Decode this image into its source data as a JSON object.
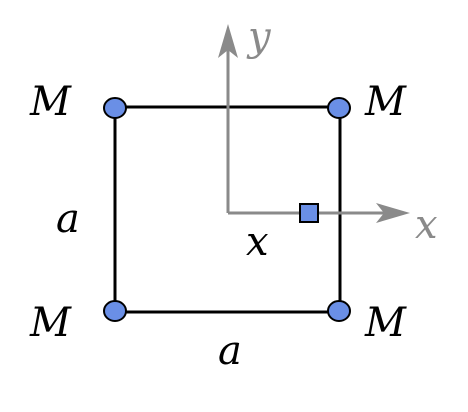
{
  "labels": {
    "mass_top_left": "M",
    "mass_top_right": "M",
    "mass_bottom_left": "M",
    "mass_bottom_right": "M",
    "side_left": "a",
    "side_bottom": "a",
    "position_x": "x",
    "axis_x": "x",
    "axis_y": "y"
  },
  "colors": {
    "square_outline": "#000000",
    "mass_fill": "#6a8fe6",
    "axis": "#8a8a8a",
    "test_point_fill": "#6a8fe6"
  },
  "icons": {
    "mass": "circle",
    "test_point": "square"
  }
}
